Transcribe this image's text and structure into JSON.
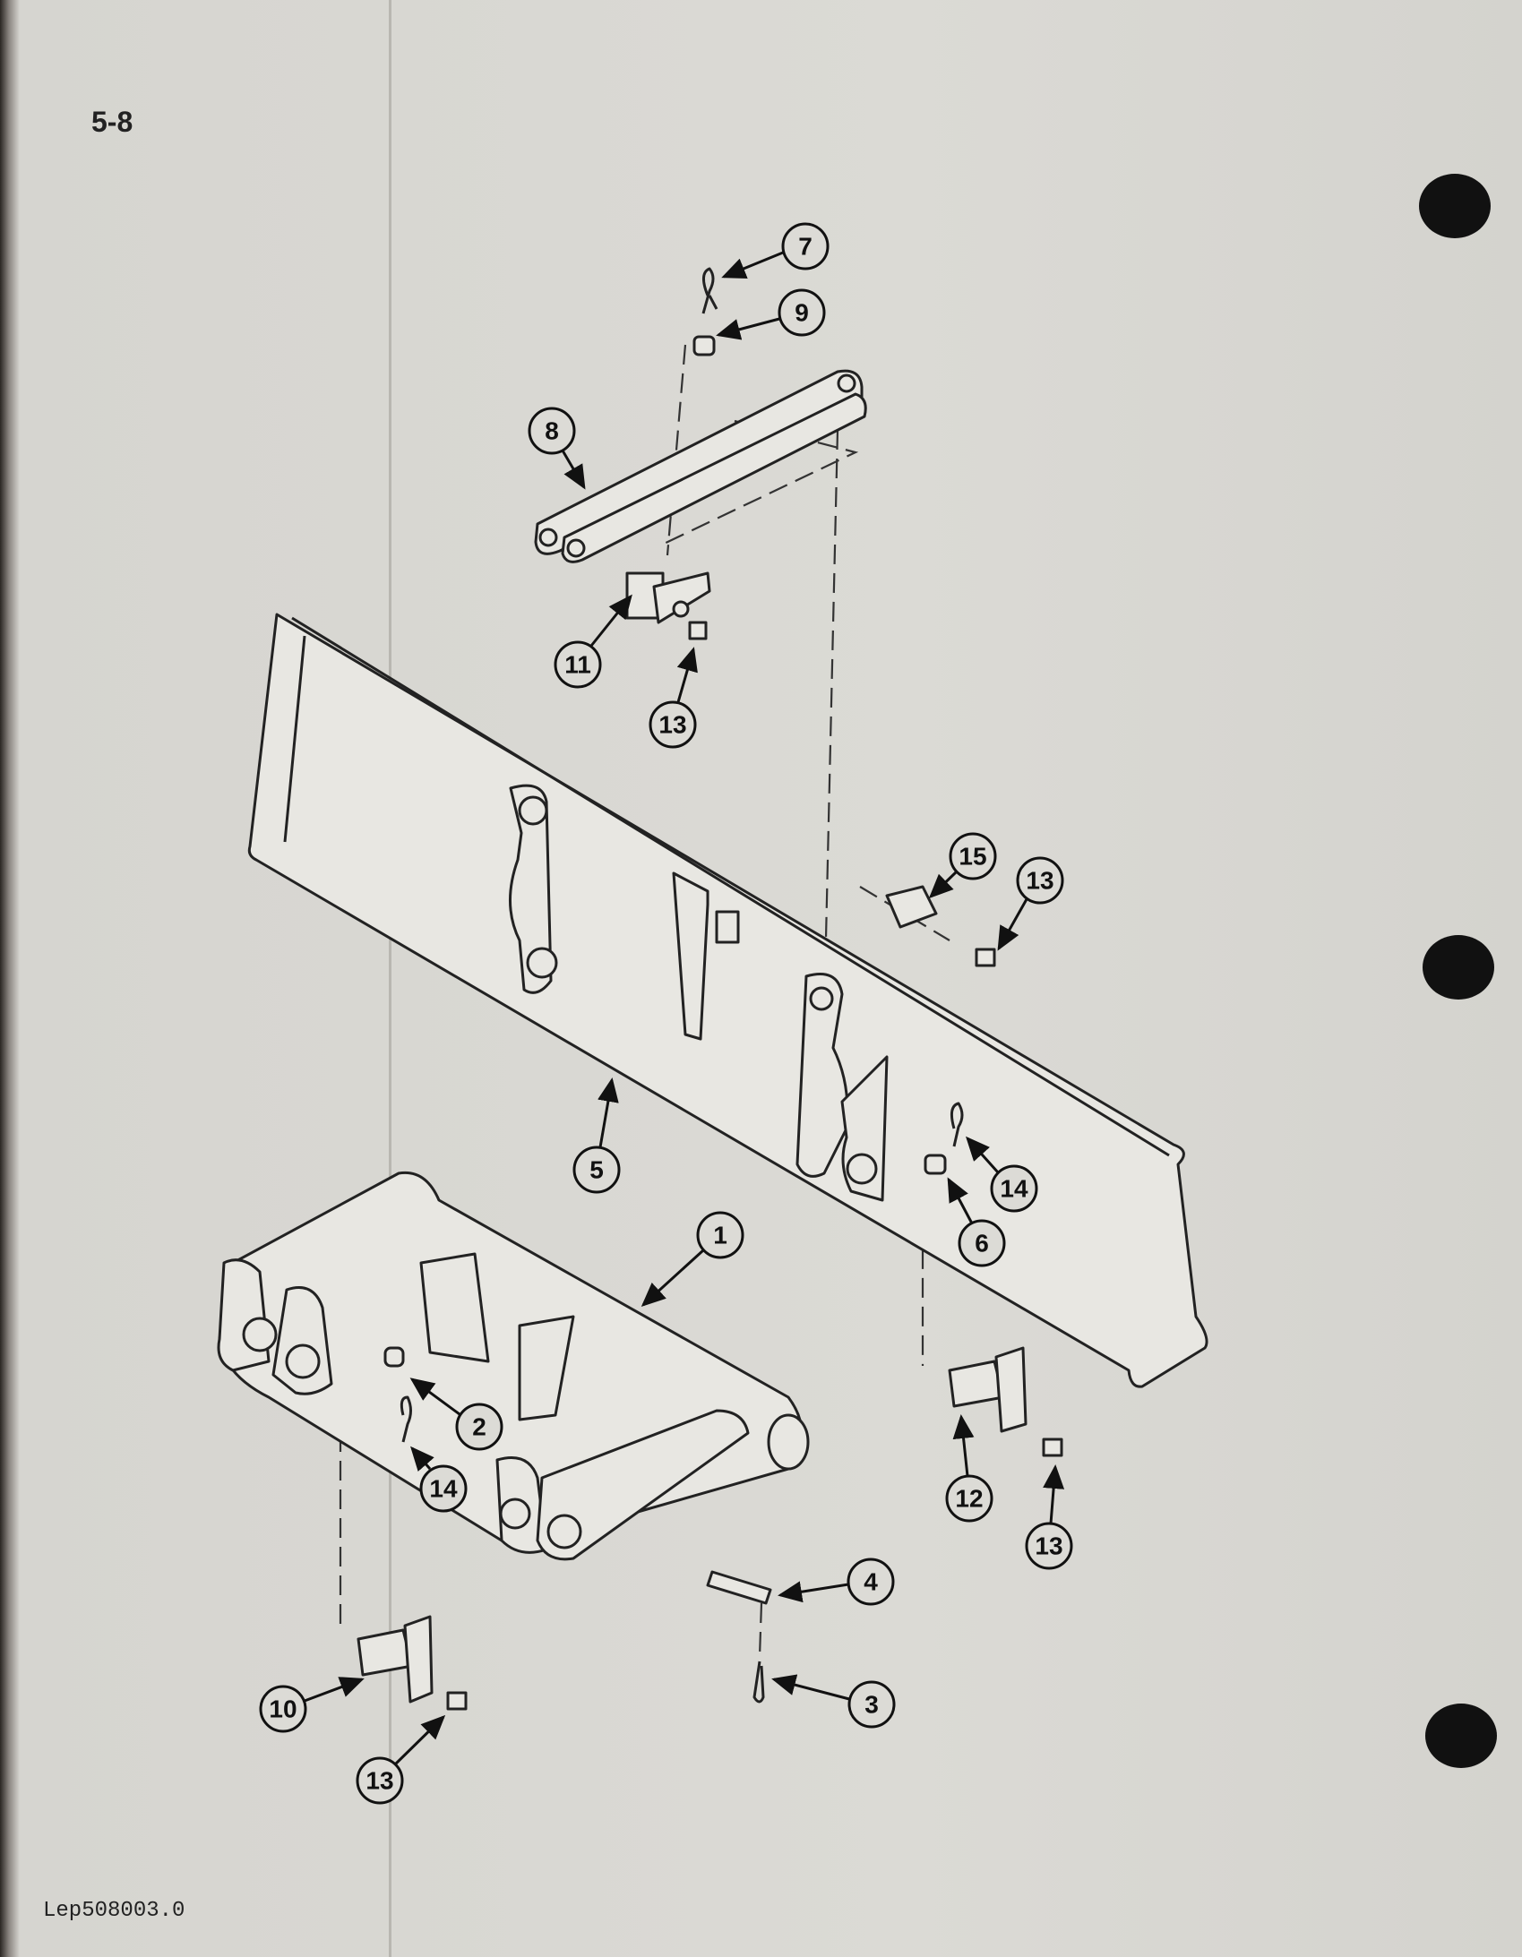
{
  "page_number": "5-8",
  "figure_id": "Lep508003.0",
  "callouts": {
    "c7": "7",
    "c9": "9",
    "c8": "8",
    "c11": "11",
    "c13a": "13",
    "c15": "15",
    "c13b": "13",
    "c5": "5",
    "c14a": "14",
    "c6": "6",
    "c1": "1",
    "c2": "2",
    "c14b": "14",
    "c12": "12",
    "c13c": "13",
    "c4": "4",
    "c3": "3",
    "c10": "10",
    "c13d": "13"
  }
}
